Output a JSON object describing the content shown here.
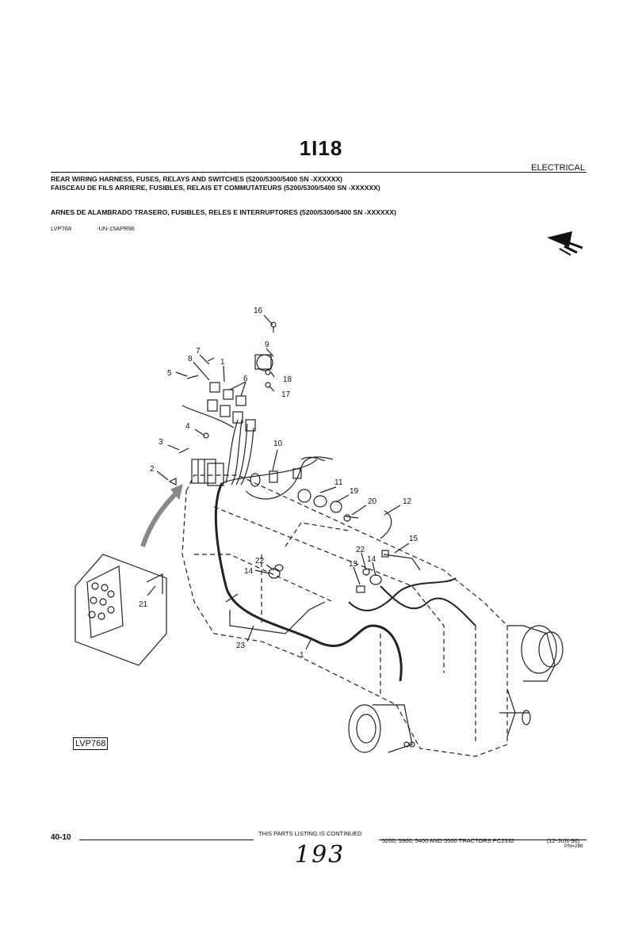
{
  "page_code": "1I18",
  "section": "ELECTRICAL",
  "titles": {
    "english": "REAR WIRING HARNESS, FUSES, RELAYS AND SWITCHES (5200/5300/5400 SN        -XXXXXX)",
    "french": "FAISCEAU DE FILS ARRIERE, FUSIBLES, RELAIS ET COMMUTATEURS (5200/5300/5400 SN        -XXXXXX)",
    "spanish": "ARNES DE ALAMBRADO TRASERO, FUSIBLES, RELES E INTERRUPTORES (5200/5300/5400 SN        -XXXXXX)"
  },
  "illustration": {
    "code": "LVP768",
    "date": "-UN-15APR96",
    "boxed_code": "LVP768",
    "direction_icon": "front-arrow-icon",
    "callouts": [
      "16",
      "9",
      "7",
      "8",
      "1",
      "5",
      "6",
      "18",
      "17",
      "4",
      "3",
      "10",
      "2",
      "11",
      "19",
      "20",
      "12",
      "15",
      "22",
      "14",
      "13",
      "22",
      "14",
      "21",
      "23",
      "1"
    ]
  },
  "footer": {
    "page_number": "40-10",
    "continued": "THIS PARTS LISTING IS CONTINUED",
    "tractors": "5200, 5300, 5400 AND 5500 TRACTORS  PC2332",
    "date": "(12-JUN-96)",
    "pn": "PN=286",
    "handwritten": "193"
  }
}
